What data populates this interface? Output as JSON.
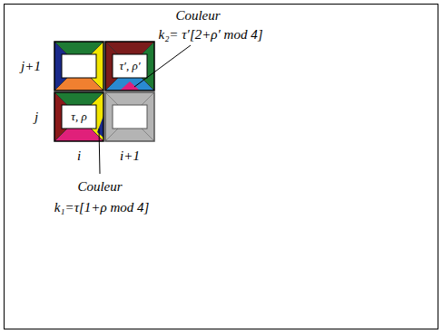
{
  "diagram": {
    "nodes": [
      {
        "text": [
          "τ′, ρ′"
        ]
      },
      {
        "text": [
          "τ, ρ"
        ]
      }
    ],
    "labels": [
      "Couleur",
      "k₂= τ′[2+ρ′ mod 4]",
      "j+1",
      "j",
      "i",
      "i+1",
      "Couleur",
      "k₁=τ[1+ρ mod 4]"
    ]
  }
}
